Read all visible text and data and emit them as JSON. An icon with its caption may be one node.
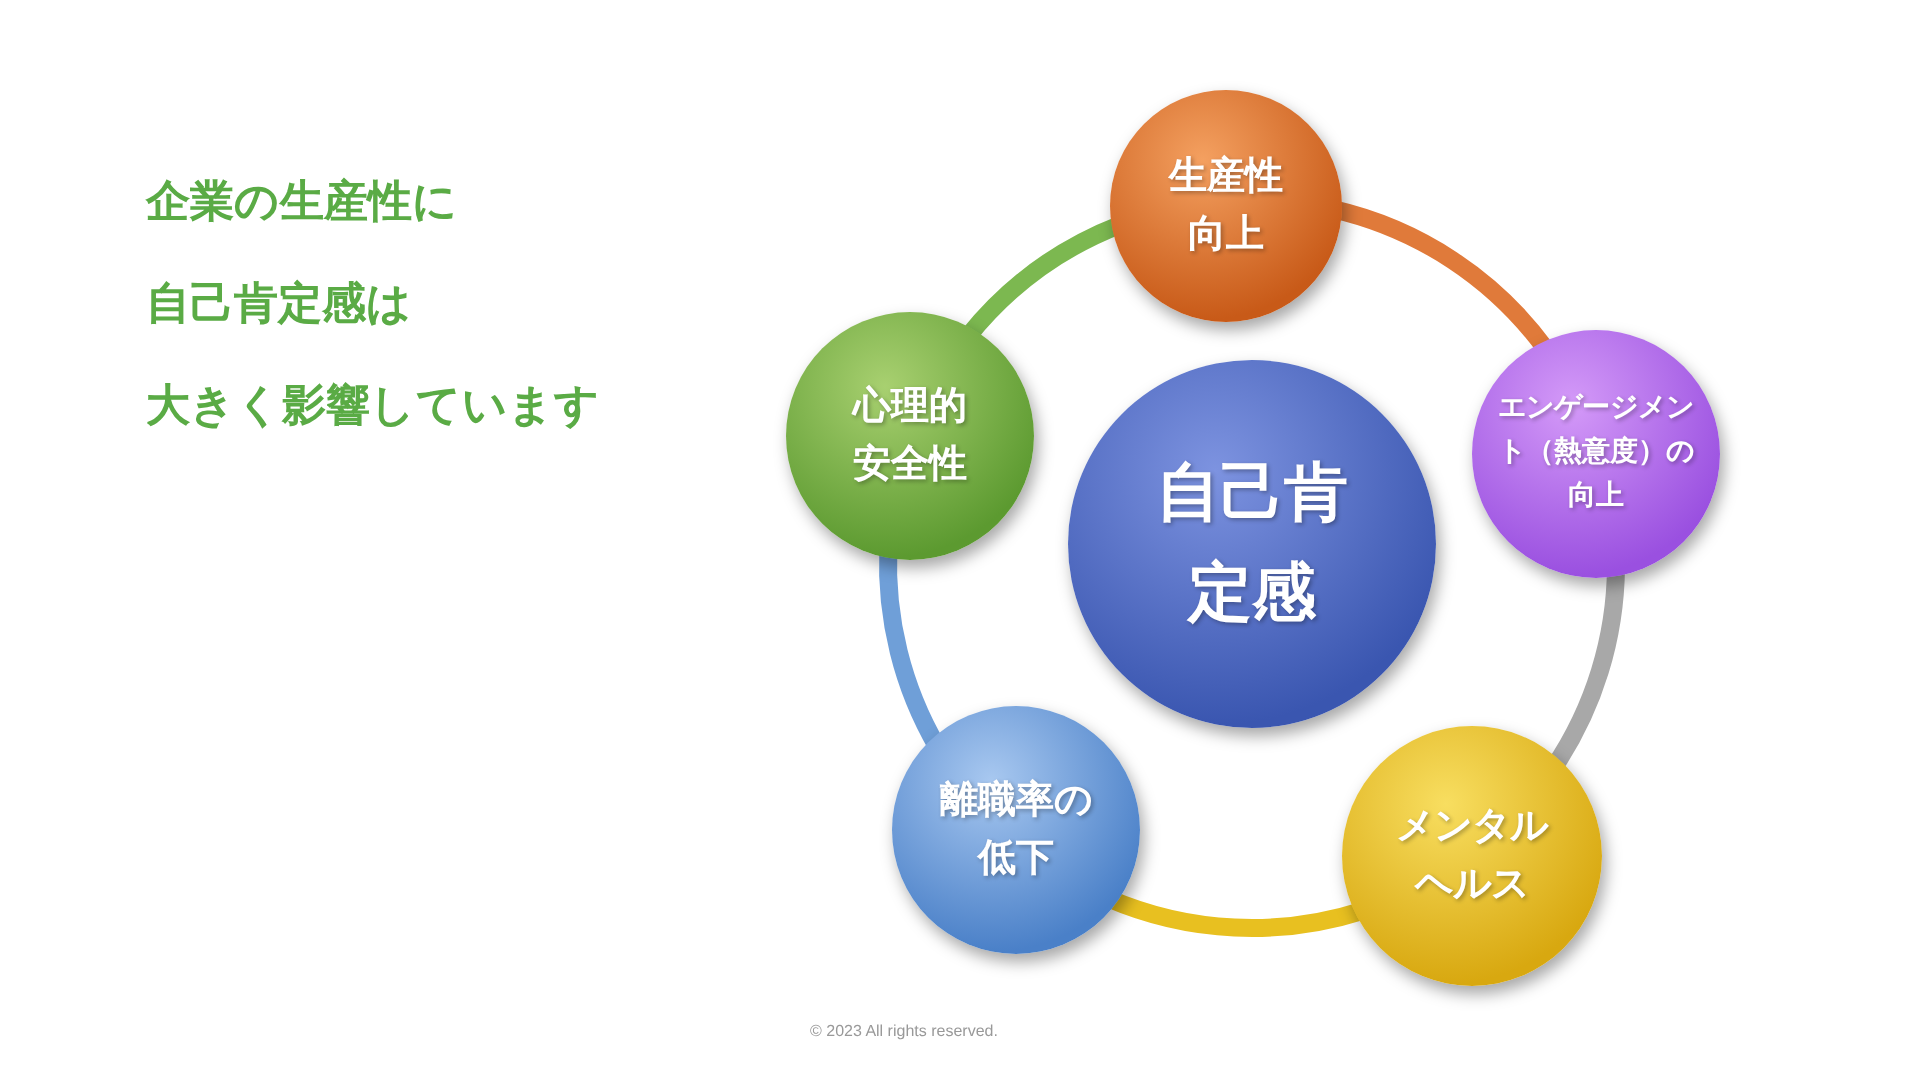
{
  "diagram": {
    "nodes": [
      {
        "text": [
          "自己肯定感"
        ]
      },
      {
        "text": [
          "生産性向上"
        ]
      },
      {
        "text": [
          "エンゲージメント（熱意度）の向上"
        ]
      },
      {
        "text": [
          "メンタルヘルス"
        ]
      },
      {
        "text": [
          "離職率の低下"
        ]
      },
      {
        "text": [
          "心理的安全性"
        ]
      }
    ],
    "edges": [
      {
        "from": 1,
        "to": 2,
        "arrow": "none",
        "color": "#e07a3a"
      },
      {
        "from": 2,
        "to": 3,
        "arrow": "none",
        "color": "#a8a8a8"
      },
      {
        "from": 3,
        "to": 4,
        "arrow": "none",
        "color": "#e8c020"
      },
      {
        "from": 4,
        "to": 5,
        "arrow": "none",
        "color": "#6f9fd8"
      },
      {
        "from": 5,
        "to": 1,
        "arrow": "none",
        "color": "#7cb850"
      }
    ],
    "labels": [
      "企業の生産性に",
      "自己肯定感は",
      "大きく影響しています",
      "© 2023 All rights reserved."
    ]
  }
}
